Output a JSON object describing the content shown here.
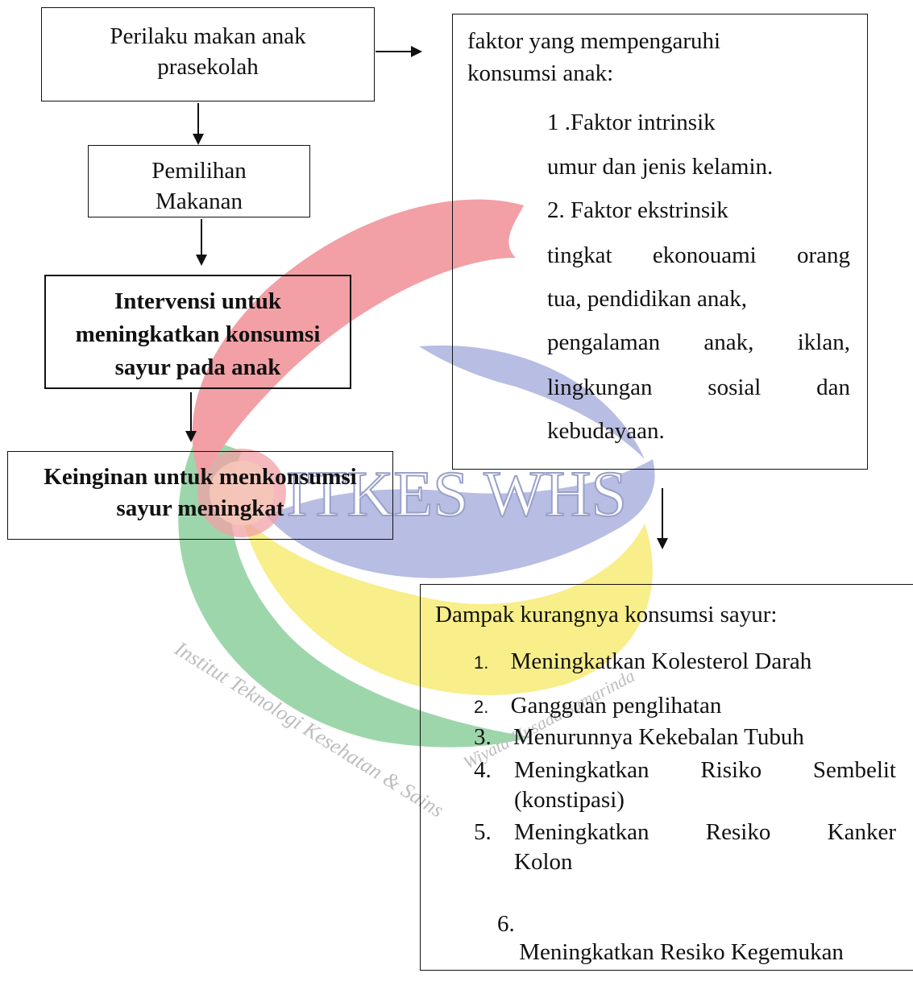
{
  "watermark": {
    "title": "ITKES WHS",
    "arc_text_left": "Institut Teknologi Kesehatan & Sains",
    "arc_text_right": "Wiyata Husada Samarinda",
    "colors": {
      "red": "#f2a0a5",
      "blue": "#b7bde3",
      "yellow": "#f8ee8a",
      "green": "#9ed6ac"
    }
  },
  "box1": {
    "line1": "Perilaku makan anak",
    "line2": "prasekolah"
  },
  "box2": {
    "line1": "Pemilihan",
    "line2": "Makanan"
  },
  "box3": {
    "line1": "Intervensi untuk",
    "line2": "meningkatkan konsumsi",
    "line3": "sayur pada anak"
  },
  "box4": {
    "line1": "Keinginan untuk menkonsumsi",
    "line2": "sayur meningkat"
  },
  "factors": {
    "title_line1": "faktor yang mempengaruhi",
    "title_line2": "konsumsi anak:",
    "intrinsic_heading": "1 .Faktor intrinsik",
    "intrinsic_detail": "umur dan jenis kelamin.",
    "extrinsic_heading": "2. Faktor ekstrinsik",
    "extrinsic_rows": [
      [
        "tingkat",
        "ekonouami",
        "orang"
      ],
      [
        "tua, pendidikan anak,"
      ],
      [
        "pengalaman",
        "anak,",
        "iklan,"
      ],
      [
        "lingkungan",
        "sosial",
        "dan"
      ],
      [
        "kebudayaan."
      ]
    ]
  },
  "impact": {
    "title": "Dampak kurangnya konsumsi sayur:",
    "items": [
      {
        "num": "1.",
        "text": "Meningkatkan Kolesterol Darah"
      },
      {
        "num": "2.",
        "text": "Gangguan penglihatan"
      },
      {
        "num": "3.",
        "text": "Menurunnya Kekebalan Tubuh"
      },
      {
        "num": "4.",
        "words": [
          "Meningkatkan",
          "Risiko",
          "Sembelit"
        ],
        "cont": "(konstipasi)"
      },
      {
        "num": "5.",
        "words": [
          "Meningkatkan",
          "Resiko",
          "Kanker"
        ],
        "cont": "Kolon"
      },
      {
        "num": "6.",
        "text": " Meningkatkan Resiko Kegemukan"
      }
    ]
  }
}
